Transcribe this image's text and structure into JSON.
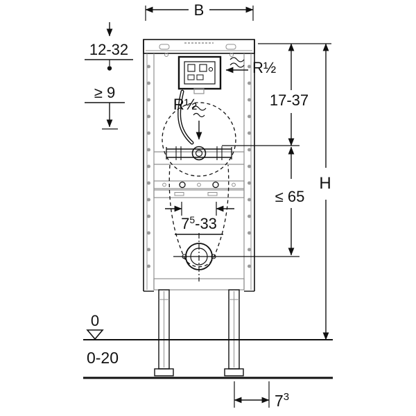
{
  "drawing": {
    "kind": "urinal-installation-frame-dimension-drawing",
    "labels": {
      "width": "B",
      "top_offset": "12-32",
      "min_clearance": "≥ 9",
      "water_supply": "R½",
      "water_supply_inner": "R½",
      "upper_range": "17-37",
      "overall_height": "H",
      "lower_max": "≤ 65",
      "fixing_base": "7",
      "fixing_sup": "5",
      "fixing_rest": "-33",
      "level_zero": "0",
      "floor_buildup": "0-20",
      "leg_base": "7",
      "leg_sup": "3"
    },
    "colors": {
      "line": "#111111",
      "frame_gray": "#8f8f8f",
      "background": "#ffffff"
    }
  }
}
